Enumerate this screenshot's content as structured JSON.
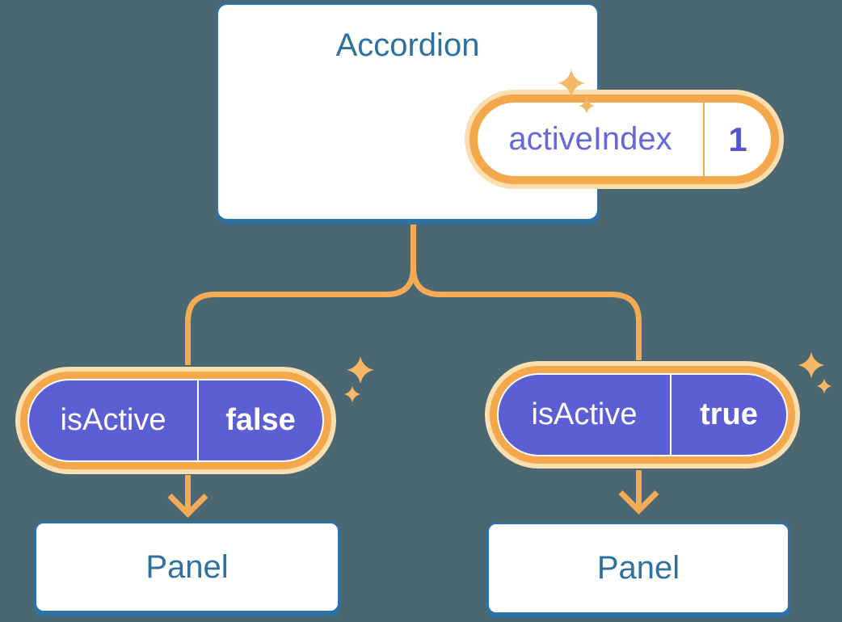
{
  "colors": {
    "background": "#4B6771",
    "blue_border": "#2E72A3",
    "blue_text": "#2F709E",
    "orange_line": "#F3AC55",
    "orange_ring": "#F4A74B",
    "orange_glow": "#FBDFAF",
    "purple_fill": "#5C5FD3",
    "purple_label": "#6568D6",
    "purple_value": "#5457CB",
    "pill_text": "#FFFFFF",
    "sparkle": "#F4B866"
  },
  "icons": {
    "sparkle": "✦",
    "arrow": "↓"
  },
  "diagram": {
    "root": {
      "title": "Accordion",
      "state": {
        "label": "activeIndex",
        "value": "1"
      }
    },
    "children": [
      {
        "prop": {
          "label": "isActive",
          "value": "false"
        },
        "panel": {
          "title": "Panel"
        }
      },
      {
        "prop": {
          "label": "isActive",
          "value": "true"
        },
        "panel": {
          "title": "Panel"
        }
      }
    ]
  }
}
